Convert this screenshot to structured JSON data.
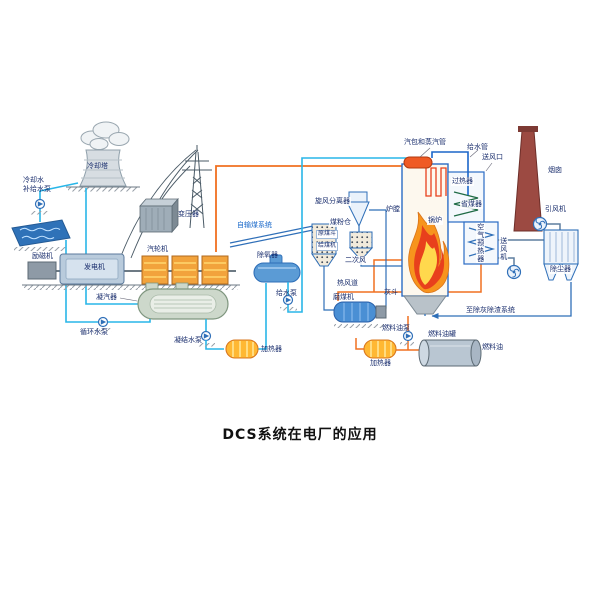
{
  "title": "DCS系统在电厂的应用",
  "labels": {
    "cooling_tower": "冷却塔",
    "makeup_pump": "冷却水\n补给水泵",
    "transformer": "变压器",
    "exciter": "励磁机",
    "generator": "发电机",
    "steam_turbine": "汽轮机",
    "condenser": "凝汽器",
    "circulating_pump": "循环水泵",
    "condensate_pump": "凝结水泵",
    "lp_heater": "加热器",
    "deaerator": "除氧器",
    "feed_pump": "给水泵",
    "coal_conveying": "自输煤系统",
    "cyclone_separator": "旋风分离器",
    "coal_bunker": "煤粉仓",
    "raw_coal_hopper": "原煤斗",
    "coal_feeder": "给煤机",
    "secondary_air": "二次风",
    "hot_air_duct": "热风道",
    "coal_mill": "磨煤机",
    "furnace": "炉膛",
    "drum_steam_pipe": "汽包和蒸汽管",
    "feed_water_pipe": "给水管",
    "superheater": "过热器",
    "economizer": "省煤器",
    "boiler": "锅炉",
    "air_preheater": "空气预热器",
    "air_supply_port": "送风口",
    "chimney": "烟囱",
    "id_fan": "引风机",
    "fd_fan": "送风机",
    "dust_collector": "除尘器",
    "ash_hopper": "灰斗",
    "ash_system": "至除灰除渣系统",
    "fuel_oil_pump": "燃料油泵",
    "oil_heater": "加热器",
    "fuel_oil_tank": "燃料油罐",
    "fuel_oil": "燃料油"
  },
  "colors": {
    "label_text": "#1b2f6e",
    "pipe_water": "#29b6e8",
    "pipe_feed": "#1b66c9",
    "pipe_air_hot": "#f07020",
    "pipe_coal": "#2f6fb8",
    "flame_outer": "#f7941d",
    "flame_mid": "#e8401c",
    "flame_core": "#ffd84d",
    "chimney": "#9c4a42"
  }
}
